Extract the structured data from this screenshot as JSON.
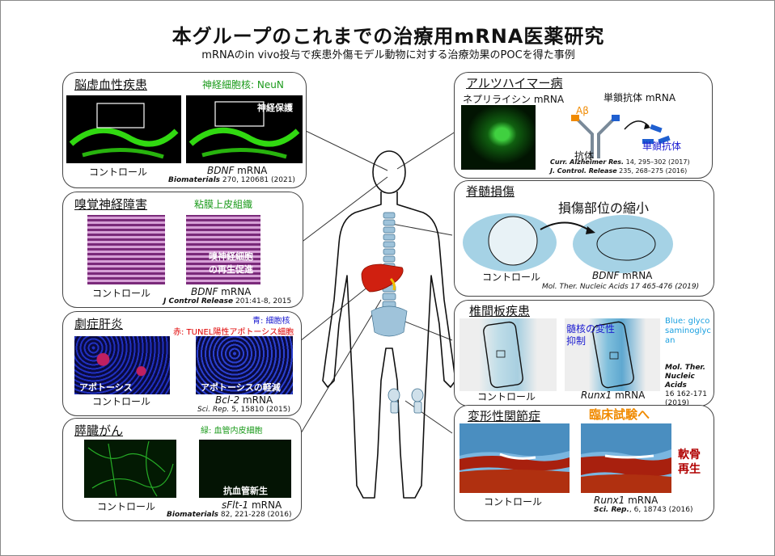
{
  "header": {
    "title": "本グループのこれまでの治療用mRNA医薬研究",
    "subtitle": "mRNAのin vivo投与で疾患外傷モデル動物に対する治療効果のPOCを得た事例"
  },
  "panels": {
    "ischemia": {
      "title": "脳虚血性疾患",
      "stain": "神経細胞核: NeuN",
      "overlay": "神経保護",
      "control": "コントロール",
      "gene": "BDNF",
      "mrna": " mRNA",
      "ref_journal": "Biomaterials",
      "ref_detail": " 270, 120681 (2021)"
    },
    "olfactory": {
      "title": "嗅覚神経障害",
      "stain": "粘膜上皮組織",
      "overlay": "嗅神経細胞の再生促進",
      "control": "コントロール",
      "gene": "BDNF",
      "mrna": " mRNA",
      "ref_journal": "J Control Release",
      "ref_detail": " 201:41-8, 2015"
    },
    "liver": {
      "title": "劇症肝炎",
      "stain_blue": "青: 細胞核",
      "stain_red": "赤: TUNEL陽性アポトーシス細胞",
      "overlay_left": "アポトーシス",
      "overlay_right": "アポトーシスの軽減",
      "control": "コントロール",
      "gene": "Bcl-2",
      "mrna": " mRNA",
      "ref_journal": "Sci. Rep.",
      "ref_detail": " 5, 15810 (2015)"
    },
    "pancreas": {
      "title": "膵臓がん",
      "stain": "緑: 血管内皮細胞",
      "overlay": "抗血管新生",
      "control": "コントロール",
      "gene": "sFlt-1",
      "mrna": " mRNA",
      "ref_journal": "Biomaterials",
      "ref_detail": " 82, 221-228 (2016)"
    },
    "alzheimer": {
      "title": "アルツハイマー病",
      "neprilysin": "ネプリライシン mRNA",
      "abeta": "Aβ",
      "scfv_mrna": "単鎖抗体 mRNA",
      "antibody": "抗体",
      "scfv": "単鎖抗体",
      "ref1_journal": "Curr. Alzheimer Res.",
      "ref1_detail": " 14, 295–302 (2017)",
      "ref2_journal": "J. Control. Release",
      "ref2_detail": " 235, 268–275 (2016)"
    },
    "spinal": {
      "title": "脊髄損傷",
      "effect": "損傷部位の縮小",
      "control": "コントロール",
      "gene": "BDNF",
      "mrna": " mRNA",
      "ref": "Mol. Ther. Nucleic Acids 17 465-476 (2019)"
    },
    "disc": {
      "title": "椎間板疾患",
      "overlay": "髄核の変性抑制",
      "blue_label": "Blue: glycosaminoglycan",
      "control": "コントロール",
      "gene": "Runx1",
      "mrna": " mRNA",
      "ref_journal": "Mol. Ther. Nucleic Acids",
      "ref_detail": "16 162-171 (2019)"
    },
    "oa": {
      "title": "変形性関節症",
      "clinical": "臨床試験へ",
      "regen": "軟骨再生",
      "control": "コントロール",
      "gene": "Runx1",
      "mrna": " mRNA",
      "ref_journal": "Sci. Rep.",
      "ref_detail": ", 6, 18743 (2016)"
    }
  },
  "colors": {
    "fluor_green": "#39ff14",
    "stain_blue": "#4fb0d8",
    "organ_red": "#d02010"
  }
}
